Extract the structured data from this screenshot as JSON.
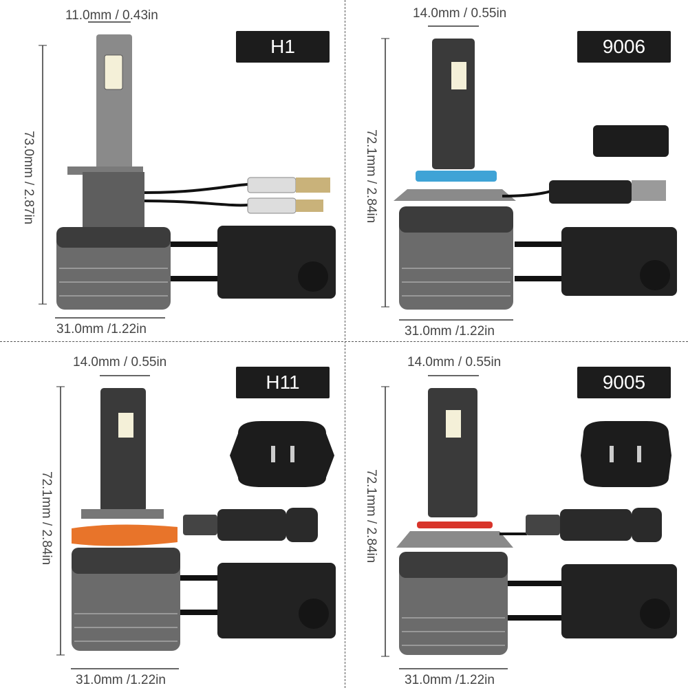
{
  "panels": [
    {
      "model": "H1",
      "top_dimension": "11.0mm / 0.43in",
      "height_dimension": "73.0mm / 2.87in",
      "base_dimension": "31.0mm /1.22in"
    },
    {
      "model": "9006",
      "top_dimension": "14.0mm / 0.55in",
      "height_dimension": "72.1mm / 2.84in",
      "base_dimension": "31.0mm /1.22in"
    },
    {
      "model": "H11",
      "top_dimension": "14.0mm / 0.55in",
      "height_dimension": "72.1mm / 2.84in",
      "base_dimension": "31.0mm /1.22in"
    },
    {
      "model": "9005",
      "top_dimension": "14.0mm / 0.55in",
      "height_dimension": "72.1mm / 2.84in",
      "base_dimension": "31.0mm /1.22in"
    }
  ],
  "colors": {
    "background": "#ffffff",
    "badge": "#1c1c1c",
    "body_grey": "#6b6b6b",
    "driver_black": "#222222",
    "seal_blue": "#3fa3d6",
    "seal_orange": "#e8742a",
    "seal_red": "#d8352b"
  }
}
